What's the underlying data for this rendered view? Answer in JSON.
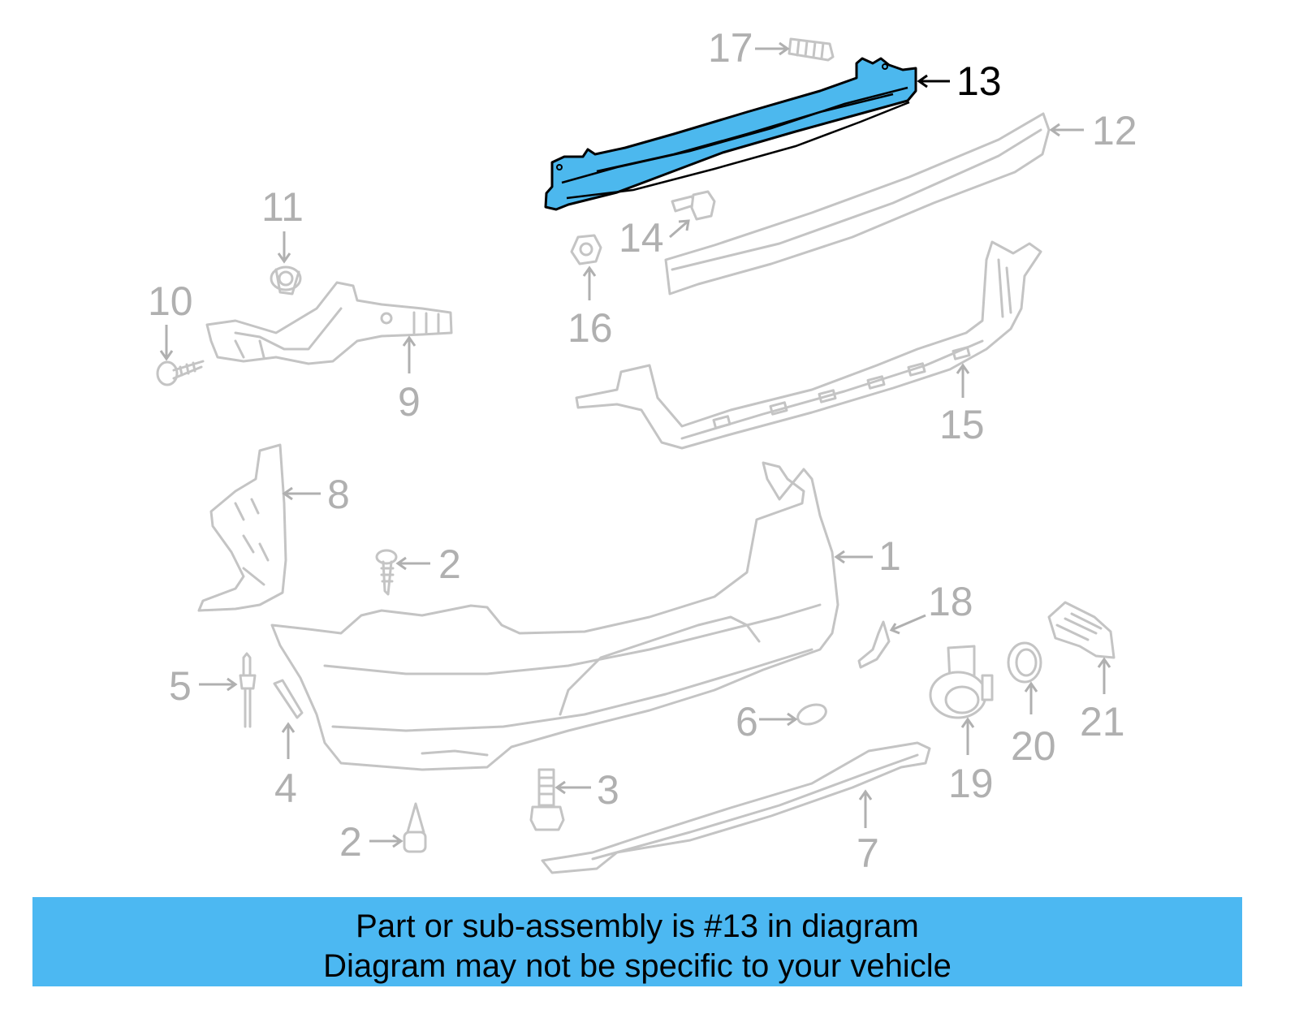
{
  "diagram": {
    "highlighted_part": "13",
    "highlight_color": "#4cb8ee",
    "callouts": {
      "c1": "1",
      "c2a": "2",
      "c2b": "2",
      "c3": "3",
      "c4": "4",
      "c5": "5",
      "c6": "6",
      "c7": "7",
      "c8": "8",
      "c9": "9",
      "c10": "10",
      "c11": "11",
      "c12": "12",
      "c13": "13",
      "c14": "14",
      "c15": "15",
      "c16": "16",
      "c17": "17",
      "c18": "18",
      "c19": "19",
      "c20": "20",
      "c21": "21"
    }
  },
  "banner": {
    "line1": "Part or sub-assembly is #13 in diagram",
    "line2": "Diagram may not be specific to your vehicle",
    "color": "#4cb8f2"
  }
}
